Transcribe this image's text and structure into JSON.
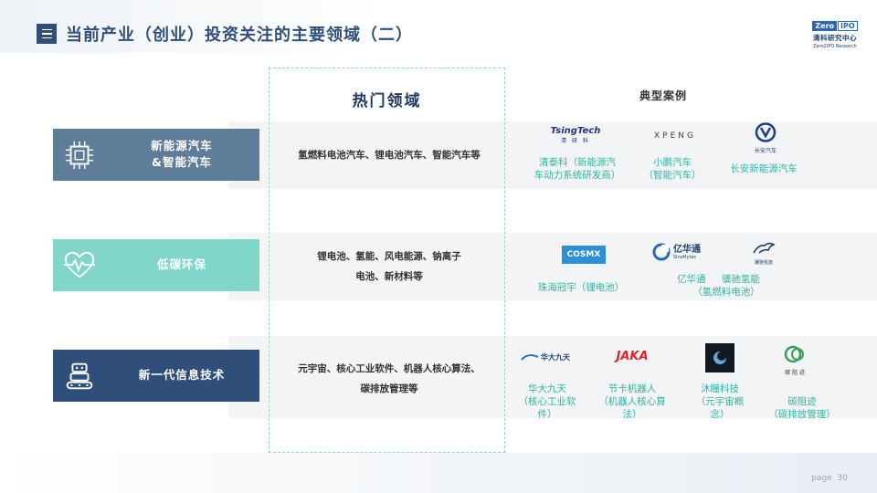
{
  "header": {
    "title": "当前产业（创业）投资关注的主要领域（二）",
    "logo": {
      "brand": "Zero",
      "brand_tag": "IPO",
      "cn_name": "清科研究中心",
      "en_name": "Zero2IPO Research"
    }
  },
  "columns": {
    "hot_field": "热门领域",
    "cases": "典型案例"
  },
  "rows": [
    {
      "category": [
        "新能源汽车",
        "&智能汽车"
      ],
      "category_color": "#5e7d98",
      "icon": "chip-icon",
      "fields": [
        "氢燃料电池汽车、锂电池汽车、智能汽车等"
      ],
      "cases": [
        {
          "logo": "TsingTech",
          "logo_sub": "清 研 科",
          "name_lines": [
            "清泰科（新能源汽",
            "车动力系统研发商）"
          ]
        },
        {
          "logo": "XPENG",
          "name_lines": [
            "小鹏汽车",
            "（智能汽车）"
          ]
        },
        {
          "logo_sub": "长安汽车",
          "name_lines": [
            "长安新能源汽车"
          ]
        }
      ]
    },
    {
      "category": [
        "低碳环保"
      ],
      "category_color": "#7fd6c9",
      "icon": "heart-pulse-icon",
      "fields": [
        "锂电池、氢能、风电能源、钠离子",
        "电池、新材料等"
      ],
      "cases": [
        {
          "logo": "COSMX",
          "name_lines": [
            "珠海冠宇（锂电池）"
          ]
        },
        {
          "logo": "亿华通",
          "logo_sub": "SinoHytec",
          "name_lines": [
            "亿华通",
            "（氢燃料电池）"
          ]
        },
        {
          "logo_sub": "骥驰氢能",
          "name_lines": [
            "骥驰氢能"
          ]
        }
      ]
    },
    {
      "category": [
        "新一代信息技术"
      ],
      "category_color": "#2f4f7a",
      "icon": "robot-icon",
      "fields": [
        "元宇宙、核心工业软件、机器人核心算法、",
        "碳排放管理等"
      ],
      "cases": [
        {
          "logo": "华大九天",
          "name_lines": [
            "华大九天",
            "（核心工业软",
            "件）"
          ]
        },
        {
          "logo": "JAKA",
          "name_lines": [
            "节卡机器人",
            "（机器人核心算",
            "法）"
          ]
        },
        {
          "name_lines": [
            "沐瞳科技",
            "（元宇宙概",
            "念）"
          ]
        },
        {
          "logo_sub": "碳 阻 迹",
          "name_lines": [
            "碳阻迹",
            "（碳排放管理）"
          ]
        }
      ]
    }
  ],
  "footer": {
    "page_label": "page",
    "page_number": "30"
  },
  "colors": {
    "accent": "#2f4f7a",
    "teal": "#2eb5a3",
    "dashed": "#8fd6c8"
  }
}
